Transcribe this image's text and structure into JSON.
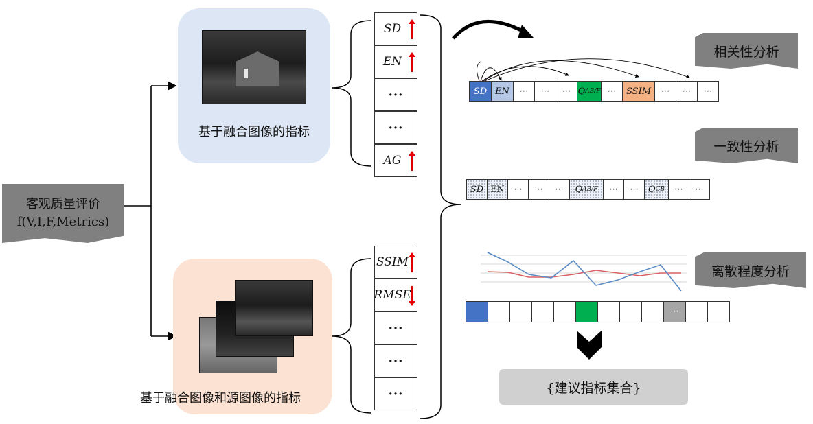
{
  "input_flag": {
    "line1": "客观质量评价",
    "line2": "f(V,I,F,Metrics)"
  },
  "fused_panel": {
    "label": "基于融合图像的指标",
    "metrics": [
      {
        "text": "SD",
        "direction": "up"
      },
      {
        "text": "EN",
        "direction": "up"
      },
      {
        "text": "···",
        "direction": ""
      },
      {
        "text": "···",
        "direction": ""
      },
      {
        "text": "AG",
        "direction": "up"
      }
    ]
  },
  "source_panel": {
    "label": "基于融合图像和源图像的指标",
    "metrics": [
      {
        "text": "SSIM",
        "direction": "up"
      },
      {
        "text": "RMSE",
        "direction": "down"
      },
      {
        "text": "···",
        "direction": ""
      },
      {
        "text": "···",
        "direction": ""
      },
      {
        "text": "···",
        "direction": ""
      }
    ]
  },
  "analysis": {
    "correlation": {
      "title": "相关性分析",
      "cells": [
        "SD",
        "EN",
        "···",
        "···",
        "···",
        "Q_AB/F",
        "···",
        "SSIM",
        "···",
        "···",
        "···"
      ]
    },
    "consistency": {
      "title": "一致性分析",
      "cells": [
        "SD",
        "EN",
        "···",
        "···",
        "···",
        "Q_AB/F",
        "···",
        "···",
        "Q_CB",
        "···",
        "···"
      ]
    },
    "dispersion": {
      "title": "离散程度分析",
      "cells": [
        "",
        "",
        "",
        "",
        "",
        "",
        "",
        "",
        "",
        "···",
        "",
        ""
      ]
    }
  },
  "result": {
    "label": "{建议指标集合}"
  },
  "colors": {
    "panel_blue": "#dde6f4",
    "panel_peach": "#fbe2d2",
    "sd_blue": "#4472c4",
    "en_lightblue": "#b4c7e7",
    "q_green": "#00b050",
    "ssim_peach": "#f4b183",
    "dispersion_gray": "#a6a6a6",
    "flag_gray": "#808080",
    "arrow_red": "#e00000",
    "line_blue": "#5b8cc4",
    "line_red": "#d96060"
  }
}
